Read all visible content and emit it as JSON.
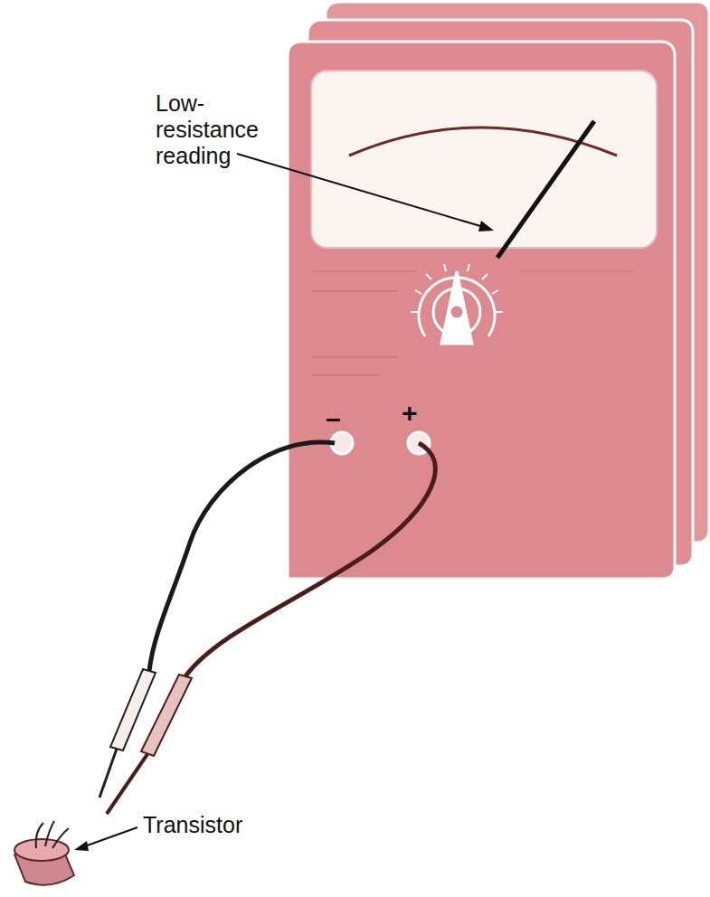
{
  "diagram": {
    "labels": [
      "Low- resistance reading",
      "–",
      "+",
      "Transistor"
    ]
  }
}
